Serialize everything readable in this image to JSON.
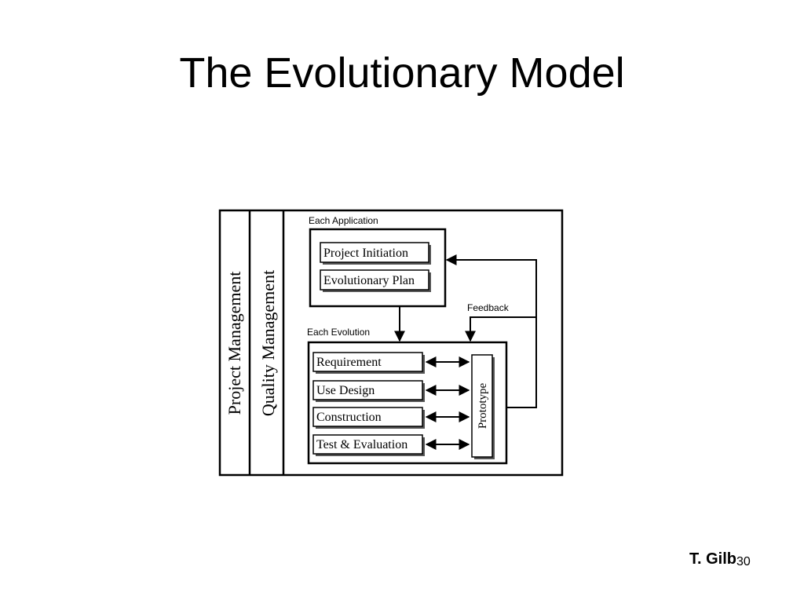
{
  "slide": {
    "title": "The Evolutionary Model",
    "author": "T. Gilb",
    "page_number": "30"
  },
  "diagram": {
    "outer_columns": [
      "Project Management",
      "Quality Management"
    ],
    "application_box": {
      "label": "Each Application",
      "items": [
        "Project Initiation",
        "Evolutionary Plan"
      ]
    },
    "evolution_box": {
      "label": "Each Evolution",
      "items": [
        "Requirement",
        "Use Design",
        "Construction",
        "Test & Evaluation"
      ],
      "prototype": "Prototype"
    },
    "feedback_label": "Feedback"
  }
}
